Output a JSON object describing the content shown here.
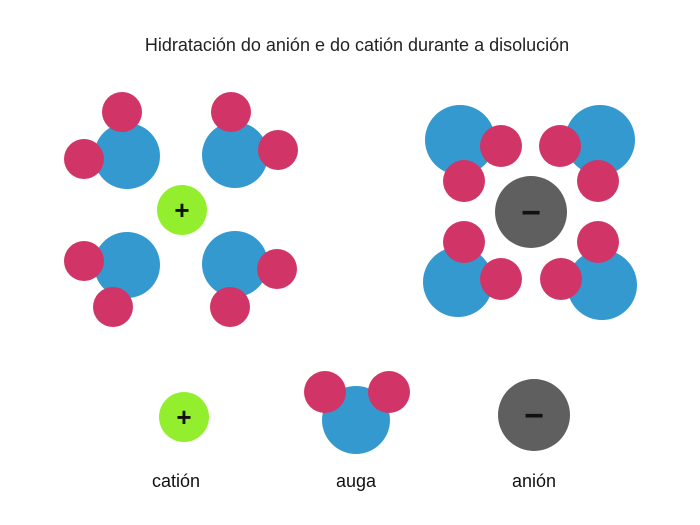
{
  "title": "Hidratación do anión e do catión durante a disolución",
  "colors": {
    "cation": "#93EF2E",
    "anion": "#5F5F5F",
    "oxygen": "#3499CF",
    "hydrogen": "#D13567",
    "sign": "#111111"
  },
  "signs": {
    "cation": "+",
    "anion": "−"
  },
  "legend": {
    "cation": "catión",
    "water": "auga",
    "anion": "anión"
  }
}
